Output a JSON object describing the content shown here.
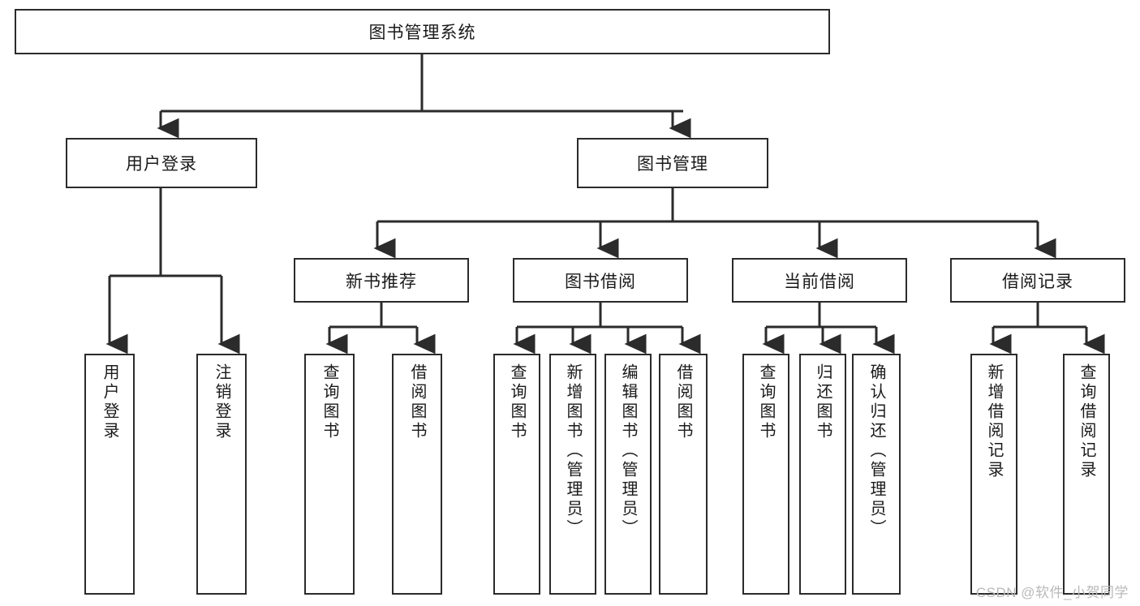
{
  "diagram": {
    "title": "图书管理系统",
    "type": "tree",
    "colors": {
      "box_border": "#2b2b2b",
      "box_fill": "#ffffff",
      "edge": "#2b2b2b",
      "text": "#1a1a1a",
      "watermark": "#b9b9b9",
      "background": "#ffffff"
    },
    "nodes": {
      "root": {
        "label": "图书管理系统"
      },
      "level2": [
        {
          "label": "用户登录"
        },
        {
          "label": "图书管理"
        }
      ],
      "level3": [
        {
          "label": "新书推荐"
        },
        {
          "label": "图书借阅"
        },
        {
          "label": "当前借阅"
        },
        {
          "label": "借阅记录"
        }
      ],
      "leaves_user_login": [
        {
          "label": "用户登录"
        },
        {
          "label": "注销登录"
        }
      ],
      "leaves_new_book": [
        {
          "label": "查询图书"
        },
        {
          "label": "借阅图书"
        }
      ],
      "leaves_borrow": [
        {
          "label": "查询图书"
        },
        {
          "label": "新增图书（管理员）"
        },
        {
          "label": "编辑图书（管理员）"
        },
        {
          "label": "借阅图书"
        }
      ],
      "leaves_current": [
        {
          "label": "查询图书"
        },
        {
          "label": "归还图书"
        },
        {
          "label": "确认归还（管理员）"
        }
      ],
      "leaves_records": [
        {
          "label": "新增借阅记录"
        },
        {
          "label": "查询借阅记录"
        }
      ]
    },
    "watermark": "CSDN @软件_小贺同学"
  }
}
